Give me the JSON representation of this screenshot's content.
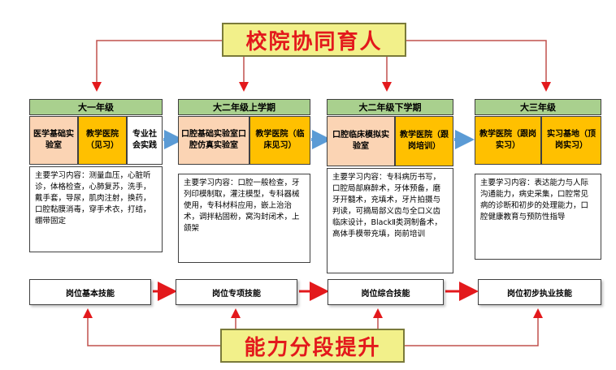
{
  "title_top": "校院协同育人",
  "title_bottom": "能力分段提升",
  "colors": {
    "title_bg": "#f2f08a",
    "title_text": "#e3191c",
    "header_green": "#a9d08e",
    "pink": "#fbd4b4",
    "orange": "#ffc000",
    "arrow_red": "#e3191c",
    "arrow_blue": "#5b9bd5"
  },
  "stages": [
    {
      "header": "大一年级",
      "blocks": [
        "医学基础实验室",
        "教学医院（见习）",
        "专业社会实践"
      ],
      "content": "主要学习内容：测量血压，心脏听诊，体格检查，心肺复苏，洗手，戴手套，导尿，肌肉注射，换药，口腔黏膜消毒，穿手术衣，打结，绷带固定"
    },
    {
      "header": "大二年级上学期",
      "blocks": [
        "口腔基础实验室口腔仿真实验室",
        "教学医院（临床见习）"
      ],
      "content": "主要学习内容：口腔一般检查，牙列印模制取，灌注模型，专科器械使用，专科材料应用，嵌上治治术，调拌粘固粉，窝沟封闭术，上颌架"
    },
    {
      "header": "大二年级下学期",
      "blocks": [
        "口腔临床模拟实验室",
        "教学医院（跟岗培训）"
      ],
      "content": "主要学习内容：专科病历书写，口腔局部麻醉术，牙体预备，磨牙开髓术，充填术，牙片拍摄与判读，可摘局部义齿与全口义齿临床设计，BlackⅡ类洞制备术，高体手模带充填，岗前培训"
    },
    {
      "header": "大三年级",
      "blocks": [
        "教学医院（跟岗实习）",
        "实习基地（顶岗实习）"
      ],
      "content": "主要学习内容：表达能力与人际沟通能力，病史采集，口腔常见病的诊断和初步的处理能力，口腔健康教育与预防性指导"
    }
  ],
  "skills": [
    "岗位基本技能",
    "岗位专项技能",
    "岗位综合技能",
    "岗位初步执业技能"
  ]
}
